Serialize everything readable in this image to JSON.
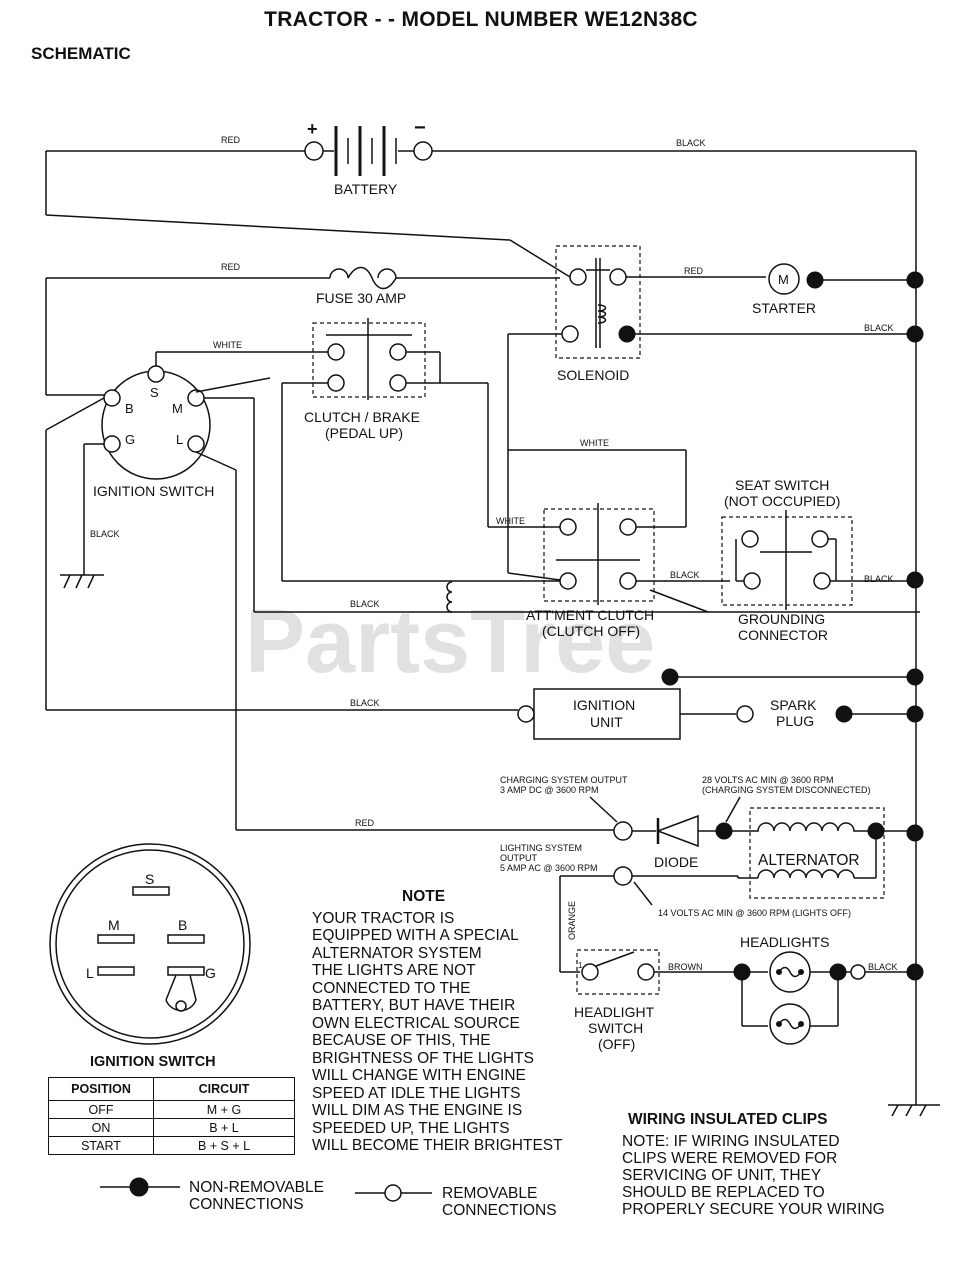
{
  "title": "TRACTOR - - MODEL NUMBER WE12N38C",
  "section": "SCHEMATIC",
  "watermark": "PartsTree",
  "components": {
    "battery": "BATTERY",
    "battery_plus": "+",
    "battery_minus": "−",
    "fuse": "FUSE 30 AMP",
    "starter": "STARTER",
    "starter_m": "M",
    "solenoid": "SOLENOID",
    "clutch_brake_1": "CLUTCH / BRAKE",
    "clutch_brake_2": "(PEDAL UP)",
    "ignition_switch": "IGNITION SWITCH",
    "ign_s": "S",
    "ign_b": "B",
    "ign_m": "M",
    "ign_g": "G",
    "ign_l": "L",
    "seat_switch_1": "SEAT SWITCH",
    "seat_switch_2": "(NOT OCCUPIED)",
    "grounding_1": "GROUNDING",
    "grounding_2": "CONNECTOR",
    "attment_1": "ATT'MENT CLUTCH",
    "attment_2": "(CLUTCH OFF)",
    "ignition_unit_1": "IGNITION",
    "ignition_unit_2": "UNIT",
    "spark_plug_1": "SPARK",
    "spark_plug_2": "PLUG",
    "diode": "DIODE",
    "alternator": "ALTERNATOR",
    "headlights": "HEADLIGHTS",
    "headlight_switch_1": "HEADLIGHT",
    "headlight_switch_2": "SWITCH",
    "headlight_switch_3": "(OFF)",
    "charging_1": "CHARGING SYSTEM OUTPUT",
    "charging_2": "3 AMP DC @ 3600 RPM",
    "volts28_1": "28 VOLTS AC MIN @ 3600 RPM",
    "volts28_2": "(CHARGING SYSTEM DISCONNECTED)",
    "lighting_1": "LIGHTING SYSTEM",
    "lighting_2": "OUTPUT",
    "lighting_3": "5 AMP AC @ 3600 RPM",
    "volts14": "14 VOLTS AC MIN @ 3600 RPM (LIGHTS OFF)",
    "hs_1": "1"
  },
  "wires": {
    "red": "RED",
    "black": "BLACK",
    "white": "WHITE",
    "brown": "BROWN",
    "orange": "ORANGE"
  },
  "ignition_detail": {
    "title": "IGNITION SWITCH",
    "s": "S",
    "m": "M",
    "b": "B",
    "l": "L",
    "g": "G",
    "table_headers": [
      "POSITION",
      "CIRCUIT"
    ],
    "table_rows": [
      [
        "OFF",
        "M + G"
      ],
      [
        "ON",
        "B + L"
      ],
      [
        "START",
        "B + S + L"
      ]
    ]
  },
  "note": {
    "title": "NOTE",
    "lines": [
      "YOUR TRACTOR IS",
      "EQUIPPED WITH A SPECIAL",
      "ALTERNATOR SYSTEM",
      "THE LIGHTS ARE NOT",
      "CONNECTED TO THE",
      "BATTERY, BUT HAVE THEIR",
      "OWN ELECTRICAL SOURCE",
      "BECAUSE OF THIS, THE",
      "BRIGHTNESS OF THE LIGHTS",
      "WILL CHANGE WITH ENGINE",
      "SPEED   AT IDLE THE LIGHTS",
      "WILL DIM   AS THE ENGINE IS",
      "SPEEDED UP, THE LIGHTS",
      "WILL BECOME THEIR BRIGHTEST"
    ]
  },
  "clips": {
    "title": "WIRING INSULATED CLIPS",
    "lines": [
      "NOTE: IF WIRING INSULATED",
      "CLIPS WERE REMOVED FOR",
      "SERVICING OF UNIT, THEY",
      "SHOULD BE REPLACED TO",
      "PROPERLY SECURE YOUR WIRING"
    ]
  },
  "legend": {
    "non_removable_1": "NON-REMOVABLE",
    "non_removable_2": "CONNECTIONS",
    "removable_1": "REMOVABLE",
    "removable_2": "CONNECTIONS"
  }
}
